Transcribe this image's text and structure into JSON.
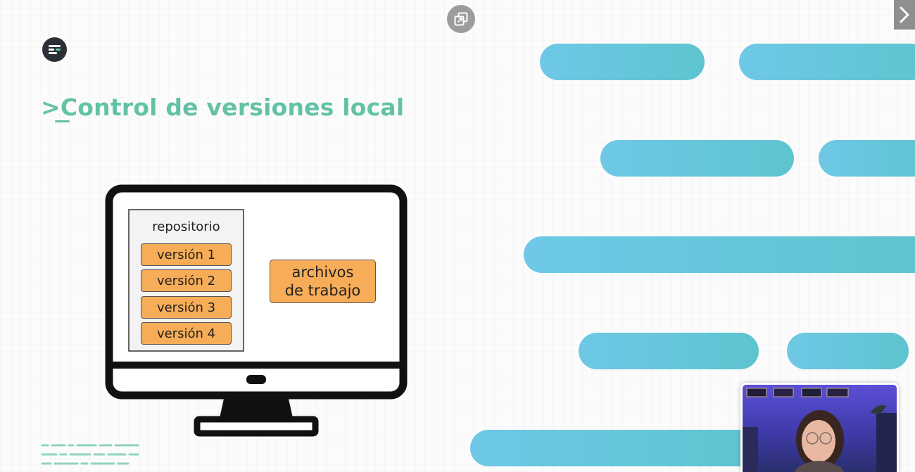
{
  "slide": {
    "title_prompt": ">",
    "title_text": "Control de versiones local"
  },
  "diagram": {
    "repository_label": "repositorio",
    "versions": [
      "versión 1",
      "versión 2",
      "versión 3",
      "versión 4"
    ],
    "working_files_line1": "archivos",
    "working_files_line2": "de trabajo"
  },
  "controls": {
    "restore_icon": "picture-in-picture-icon",
    "next_icon": "chevron-right-icon"
  },
  "webcam": {
    "present": true
  },
  "colors": {
    "accent_green": "#63c2a5",
    "pill_blue": "#6ec8e6",
    "pill_teal": "#5ec4cf",
    "box_orange": "#f7ad57",
    "monitor_black": "#111111"
  }
}
